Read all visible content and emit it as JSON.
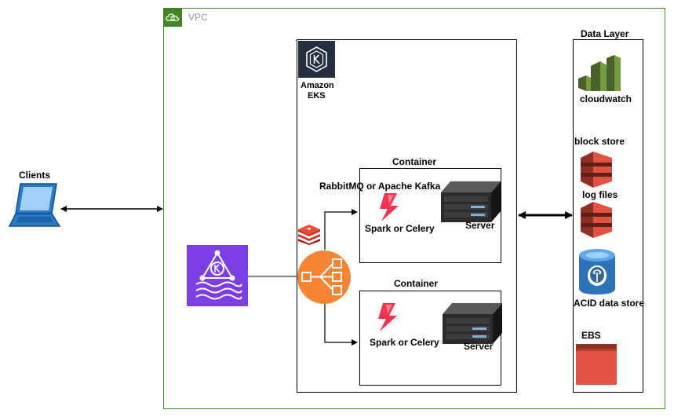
{
  "vpc": {
    "label": "VPC"
  },
  "clients": {
    "label": "Clients"
  },
  "eks": {
    "label_line1": "Amazon",
    "label_line2": "EKS"
  },
  "containers": [
    {
      "title": "Container",
      "queue_label": "RabbitMQ or Apache Kafka",
      "worker_label": "Spark or Celery",
      "server_label": "Server"
    },
    {
      "title": "Container",
      "worker_label": "Spark or Celery",
      "server_label": "Server"
    }
  ],
  "data_layer": {
    "title": "Data Layer",
    "cloudwatch_label": "cloudwatch",
    "block_store_label": "block store",
    "log_files_label": "log files",
    "acid_label": "ACID data store",
    "ebs_label": "EBS"
  },
  "colors": {
    "vpc_green": "#3f8624",
    "eks_dark": "#232f3e",
    "kinesis_purple": "#7b3fe4",
    "elb_orange": "#f58534",
    "s3_red": "#e05243",
    "cloudwatch_green": "#759c3e",
    "rds_blue": "#2e73b8",
    "ebs_red": "#e05243",
    "spark_red": "#f2334f"
  }
}
